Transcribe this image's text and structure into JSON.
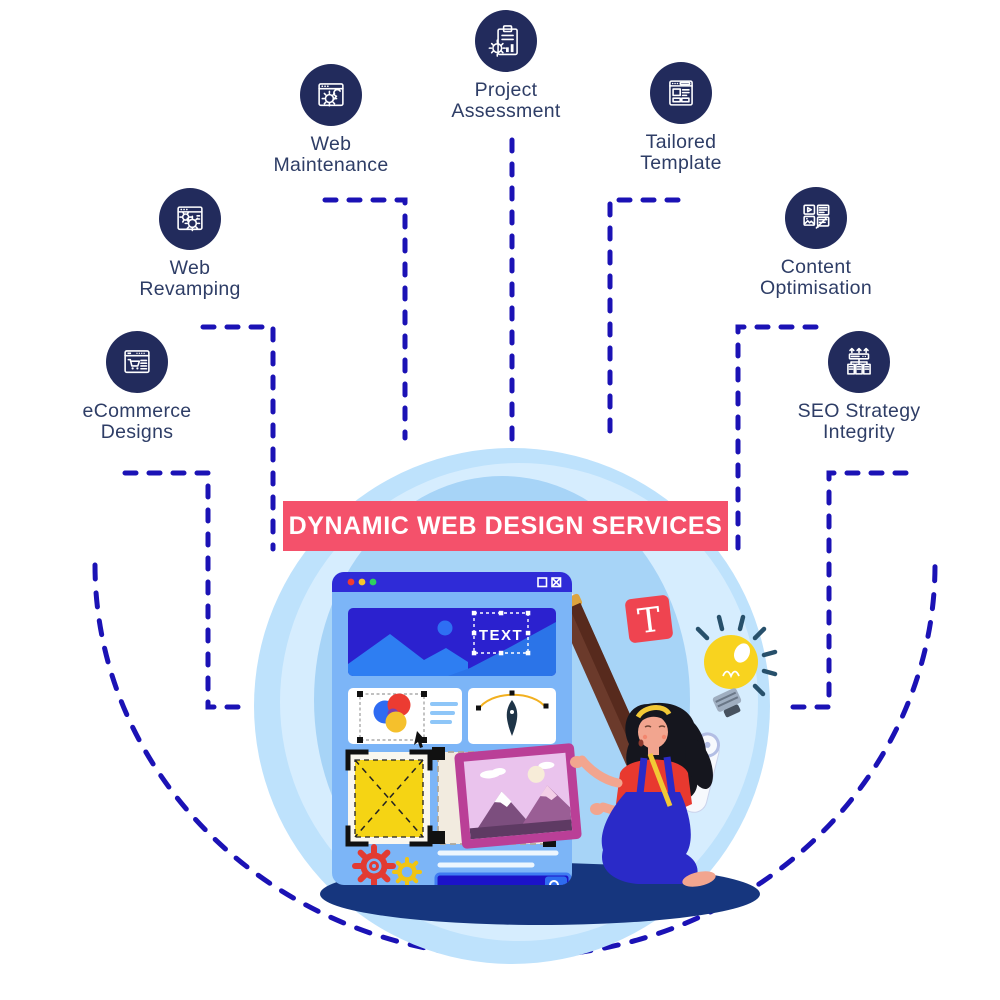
{
  "banner": {
    "text": "DYNAMIC WEB DESIGN SERVICES",
    "bg": "#F4516B",
    "text_color": "#FFFFFF"
  },
  "services": [
    {
      "id": "project-assessment",
      "icon": "clipboard-gear-chart-icon",
      "label_lines": [
        "Project",
        "Assessment"
      ]
    },
    {
      "id": "web-maintenance",
      "icon": "browser-wrench-gear-icon",
      "label_lines": [
        "Web",
        "Maintenance"
      ]
    },
    {
      "id": "tailored-template",
      "icon": "browser-layout-icon",
      "label_lines": [
        "Tailored",
        "Template"
      ]
    },
    {
      "id": "web-revamping",
      "icon": "browser-gears-icon",
      "label_lines": [
        "Web",
        "Revamping"
      ]
    },
    {
      "id": "content-optimisation",
      "icon": "content-blocks-pen-icon",
      "label_lines": [
        "Content",
        "Optimisation"
      ]
    },
    {
      "id": "ecommerce-designs",
      "icon": "browser-cart-icon",
      "label_lines": [
        "eCommerce",
        "Designs"
      ]
    },
    {
      "id": "seo-strategy-integrity",
      "icon": "sitemap-growth-icon",
      "label_lines": [
        "SEO Strategy",
        "Integrity"
      ]
    }
  ],
  "illustration": {
    "hero_text": "TEXT",
    "type_tool_letter": "T"
  },
  "colors": {
    "icon_circle": "#222B5C",
    "label_text": "#2E3D66",
    "connector_dash": "#1B12B5",
    "banner_bg": "#F4516B",
    "scene_circle_outer": "#BEE2FC",
    "scene_circle_inner": "#D6EDFE",
    "scene_ellipse": "#A7D4F7",
    "base_shadow": "#16367E",
    "browser_titlebar": "#2F2BD7",
    "browser_body": "#7CB5F7",
    "hero_panel": "#2B21CF",
    "accent_red": "#E8392F",
    "accent_yellow": "#F5D414",
    "frame_magenta": "#BA3F97"
  }
}
